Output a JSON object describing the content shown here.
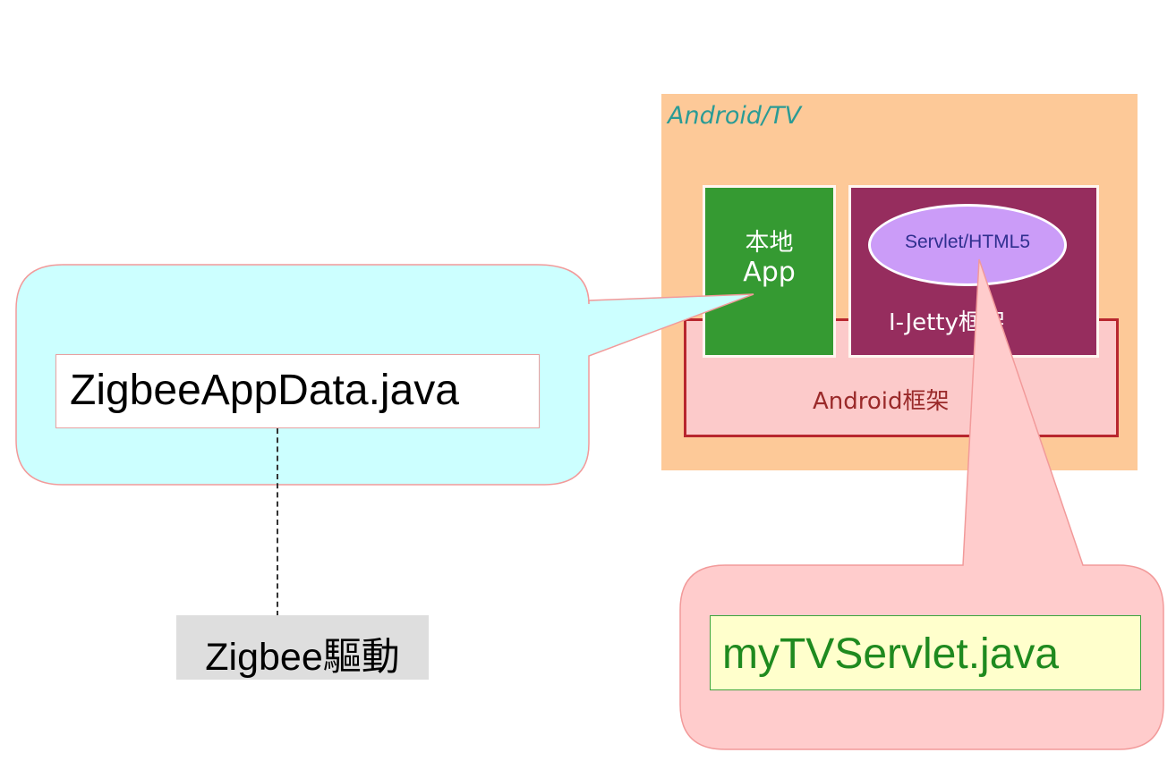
{
  "tv": {
    "title": "Android/TV",
    "android_framework": "Android框架",
    "local_app_line1": "本地",
    "local_app_line2": "App",
    "ijetty_framework": "I-Jetty框架",
    "servlet_html5": "Servlet/HTML5"
  },
  "left_callout": {
    "file": "ZigbeeAppData.java",
    "driver": "Zigbee驅動"
  },
  "right_callout": {
    "file": "myTVServlet.java"
  },
  "colors": {
    "tv_background": "#fdc998",
    "android_framework_fill": "#fccaca",
    "android_framework_border": "#b8262e",
    "local_app_fill": "#359a32",
    "ijetty_fill": "#962d5e",
    "servlet_ellipse_fill": "#cb9cf8",
    "left_callout_fill": "#ccffff",
    "right_callout_fill": "#ffcccc",
    "callout_border": "#f29a9a",
    "driver_fill": "#dedede",
    "tv_servlet_fill": "#ffffcc",
    "tv_servlet_text": "#1f8a1f"
  }
}
